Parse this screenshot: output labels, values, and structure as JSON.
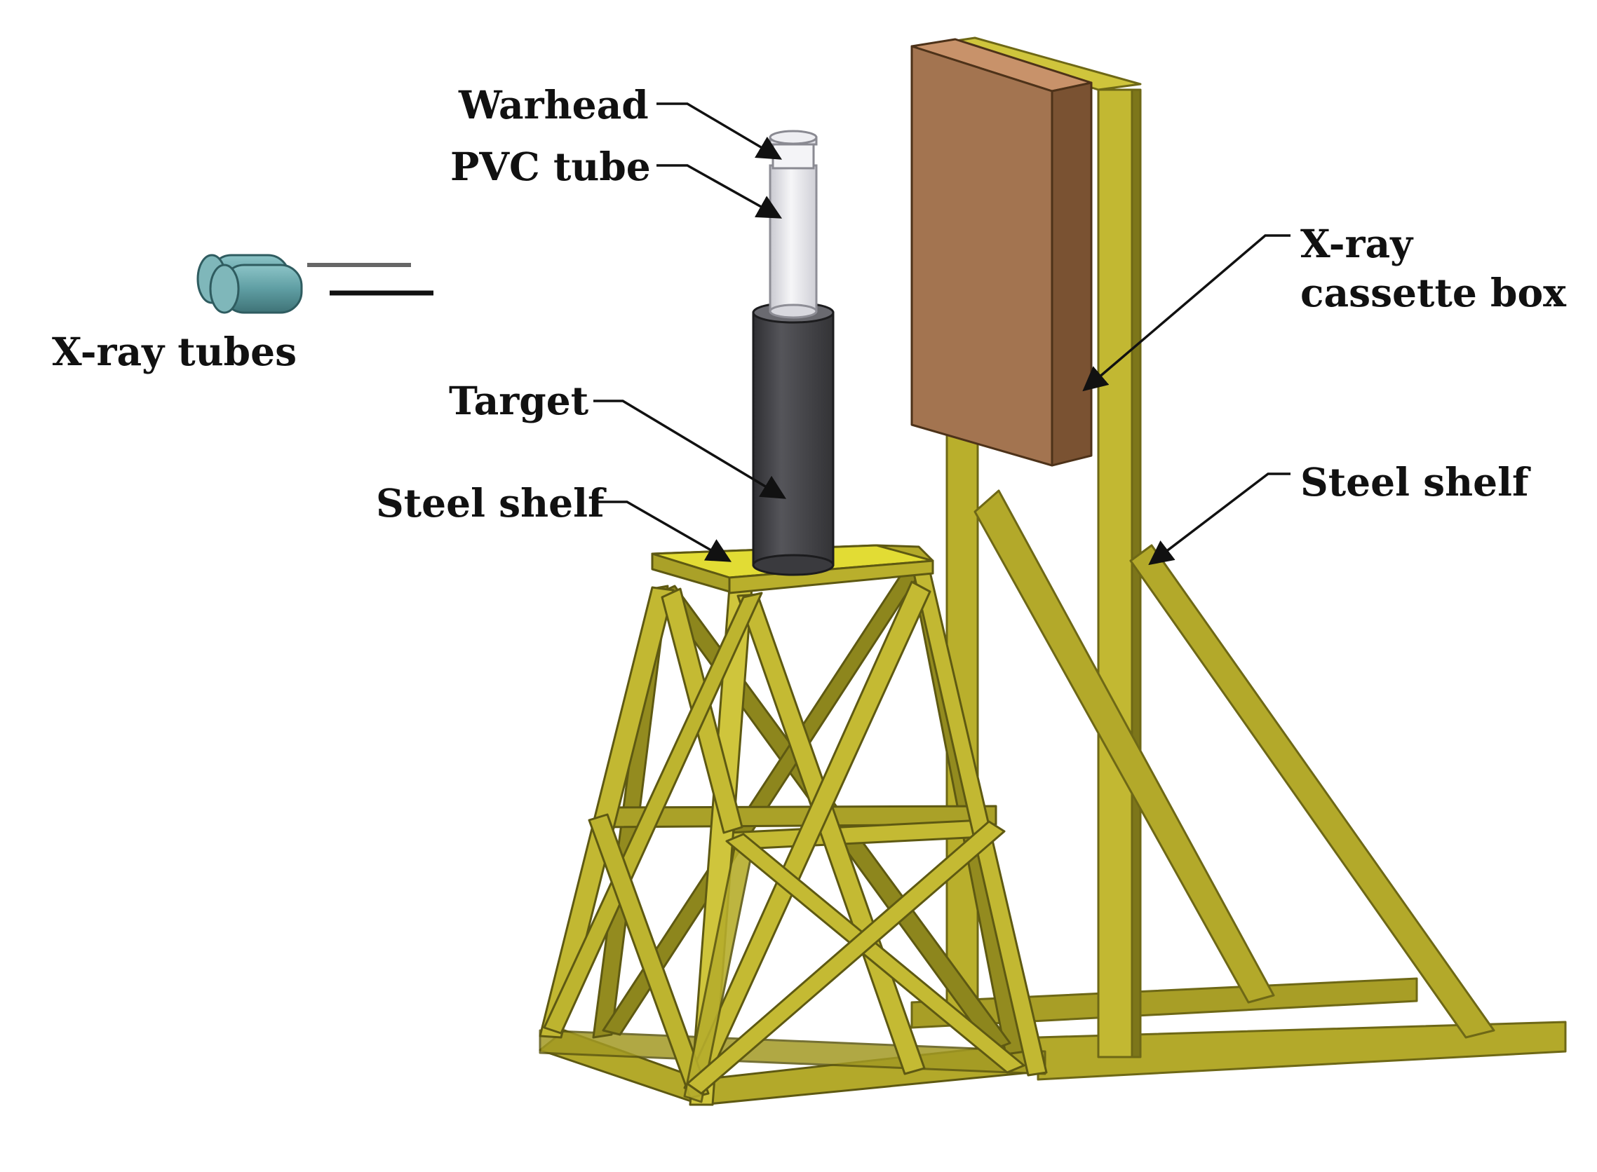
{
  "labels": {
    "warhead": "Warhead",
    "pvc_tube": "PVC tube",
    "x_ray_tubes": "X-ray tubes",
    "target": "Target",
    "steel_shelf_left": "Steel shelf",
    "x_ray_cassette_box_line1": "X-ray",
    "x_ray_cassette_box_line2": "cassette box",
    "steel_shelf_right": "Steel shelf"
  },
  "colors": {
    "steel_frame": "#b3a92a",
    "steel_frame_light": "#cfc53c",
    "steel_frame_dark": "#6e6816",
    "shelf_top": "#e2dc34",
    "target": "#47474b",
    "pvc_tube": "#e6e6ea",
    "cassette_front": "#a37450",
    "cassette_side": "#7a5232",
    "cassette_top": "#c8926a",
    "x_ray_tube": "#5f9ea3",
    "text": "#111111"
  }
}
